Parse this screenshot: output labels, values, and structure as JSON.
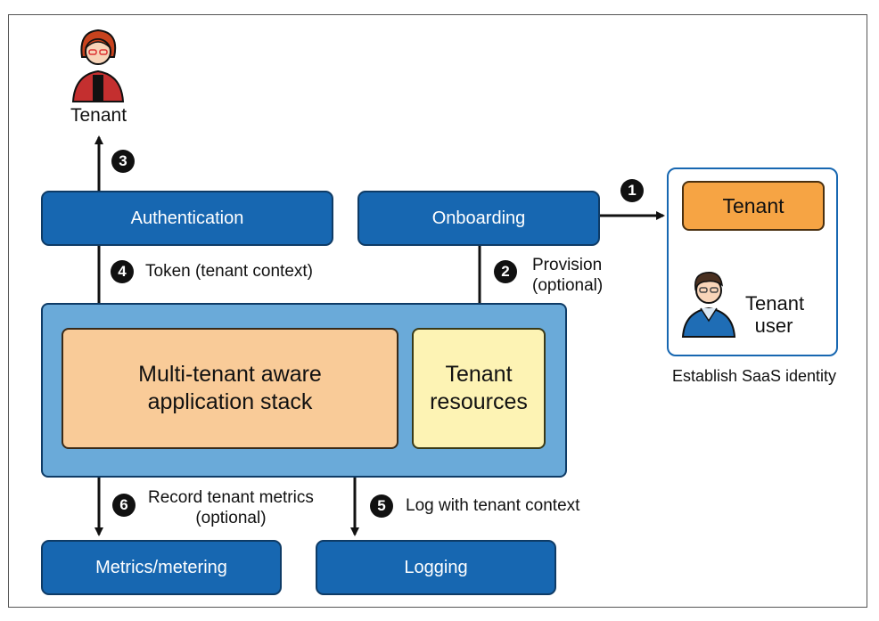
{
  "tenant_person": {
    "label": "Tenant"
  },
  "boxes": {
    "authentication": "Authentication",
    "onboarding": "Onboarding",
    "app_stack_line1": "Multi-tenant aware",
    "app_stack_line2": "application stack",
    "resources_line1": "Tenant",
    "resources_line2": "resources",
    "metrics": "Metrics/metering",
    "logging": "Logging"
  },
  "identity_panel": {
    "tenant": "Tenant",
    "user_line1": "Tenant",
    "user_line2": "user",
    "caption": "Establish SaaS identity"
  },
  "steps": [
    {
      "number": "1",
      "text": ""
    },
    {
      "number": "2",
      "text_line1": "Provision",
      "text_line2": "(optional)"
    },
    {
      "number": "3",
      "text": ""
    },
    {
      "number": "4",
      "text": "Token (tenant context)"
    },
    {
      "number": "5",
      "text": "Log with tenant context"
    },
    {
      "number": "6",
      "text_line1": "Record tenant metrics",
      "text_line2": "(optional)"
    }
  ],
  "colors": {
    "service_blue": "#1767b1",
    "container_blue": "#6aaad9",
    "app_stack": "#f9cb98",
    "resources": "#fdf3b4",
    "identity_tenant": "#f6a444"
  }
}
